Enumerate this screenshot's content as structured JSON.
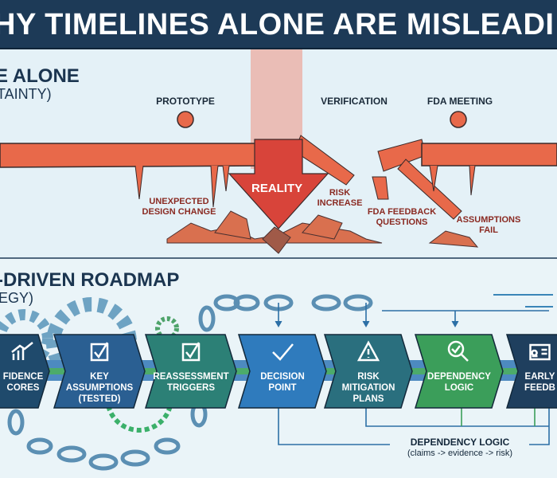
{
  "header": {
    "title": "HY TIMELINES ALONE ARE MISLEADI"
  },
  "section_top": {
    "title": "E ALONE",
    "subtitle": "TAINTY)",
    "milestones": [
      "PROTOTYPE",
      "VERIFICATION",
      "FDA MEETING"
    ],
    "reality_label": "REALITY",
    "risks": [
      {
        "line1": "UNEXPECTED",
        "line2": "DESIGN CHANGE"
      },
      {
        "line1": "RISK",
        "line2": "INCREASE"
      },
      {
        "line1": "FDA FEEDBACK",
        "line2": "QUESTIONS"
      },
      {
        "line1": "ASSUMPTIONS",
        "line2": "FAIL"
      }
    ]
  },
  "section_bottom": {
    "title": "-DRIVEN ROADMAP",
    "subtitle": "EGY)",
    "steps": [
      {
        "line1": "FIDENCE",
        "line2": "CORES",
        "line3": "",
        "icon": "chart-icon",
        "color": "#1f4a6c"
      },
      {
        "line1": "KEY",
        "line2": "ASSUMPTIONS",
        "line3": "(TESTED)",
        "icon": "checkbox-icon",
        "color": "#2a5f92"
      },
      {
        "line1": "REASSESSMENT",
        "line2": "TRIGGERS",
        "line3": "",
        "icon": "checkbox-icon",
        "color": "#2c8076"
      },
      {
        "line1": "DECISION",
        "line2": "POINT",
        "line3": "",
        "icon": "check-icon",
        "color": "#2f7bbd"
      },
      {
        "line1": "RISK",
        "line2": "MITIGATION",
        "line3": "PLANS",
        "icon": "warning-icon",
        "color": "#2a6f7e"
      },
      {
        "line1": "DEPENDENCY",
        "line2": "LOGIC",
        "line3": "",
        "icon": "magnifier-check-icon",
        "color": "#3b9e5a"
      },
      {
        "line1": "EARLY",
        "line2": "FEEDB",
        "line3": "",
        "icon": "id-card-icon",
        "color": "#1f3f5e"
      }
    ],
    "dependency_title": "DEPENDENCY LOGIC",
    "dependency_sub": "(claims -> evidence -> risk)"
  },
  "colors": {
    "navy": "#1d3a57",
    "timeline": "#e8694a",
    "reality": "#d8443a",
    "green": "#3b9e5a"
  }
}
